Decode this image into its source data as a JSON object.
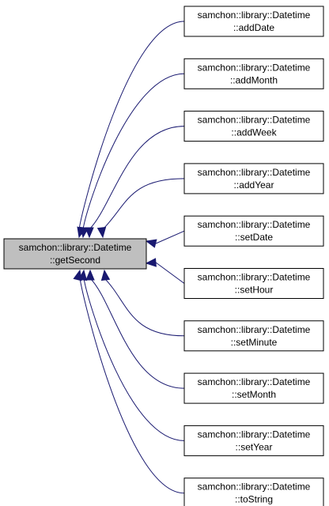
{
  "focus": {
    "line1": "samchon::library::Datetime",
    "line2": "::getSecond"
  },
  "callers": [
    {
      "line1": "samchon::library::Datetime",
      "line2": "::addDate"
    },
    {
      "line1": "samchon::library::Datetime",
      "line2": "::addMonth"
    },
    {
      "line1": "samchon::library::Datetime",
      "line2": "::addWeek"
    },
    {
      "line1": "samchon::library::Datetime",
      "line2": "::addYear"
    },
    {
      "line1": "samchon::library::Datetime",
      "line2": "::setDate"
    },
    {
      "line1": "samchon::library::Datetime",
      "line2": "::setHour"
    },
    {
      "line1": "samchon::library::Datetime",
      "line2": "::setMinute"
    },
    {
      "line1": "samchon::library::Datetime",
      "line2": "::setMonth"
    },
    {
      "line1": "samchon::library::Datetime",
      "line2": "::setYear"
    },
    {
      "line1": "samchon::library::Datetime",
      "line2": "::toString"
    }
  ],
  "colors": {
    "edge": "#191970",
    "focus_fill": "#bfbfbf",
    "node_fill": "#ffffff",
    "node_stroke": "#000000"
  }
}
